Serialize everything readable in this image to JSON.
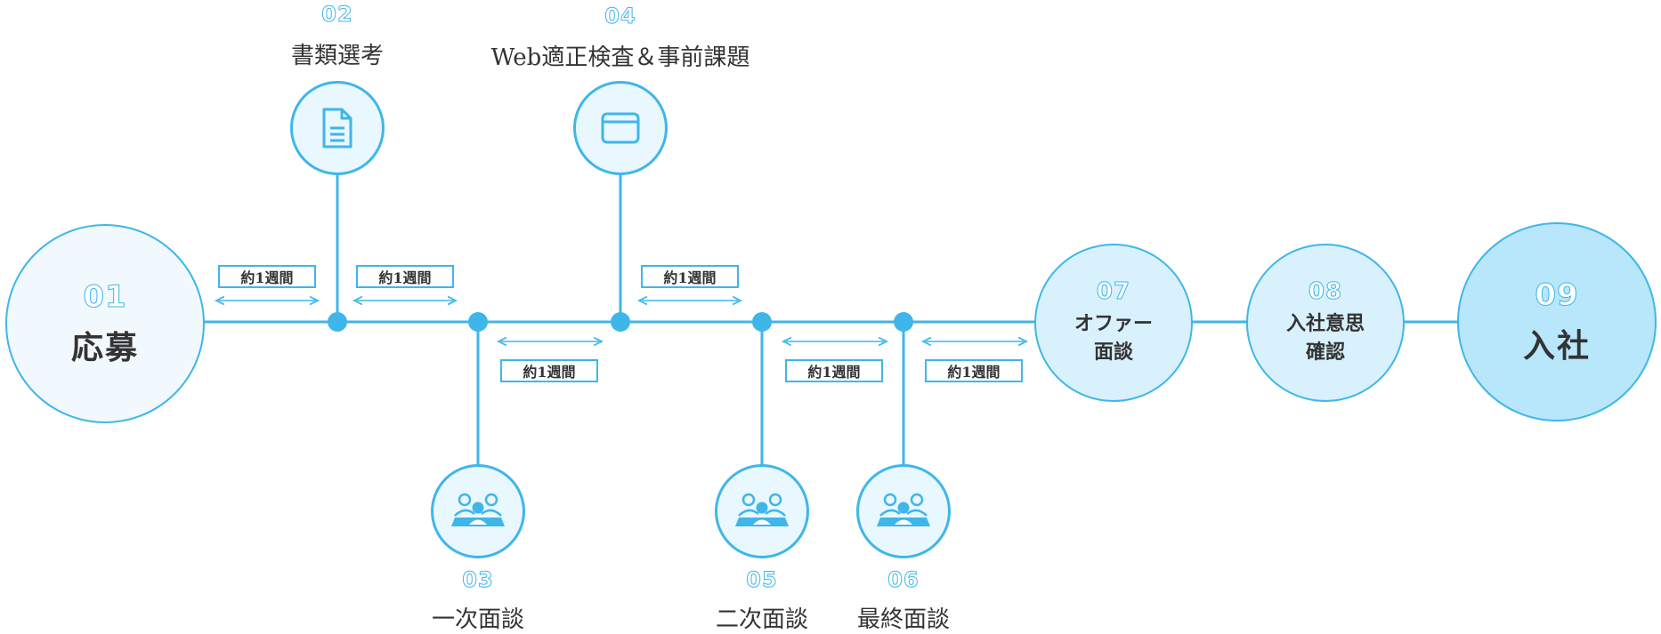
{
  "steps": [
    {
      "num": "01",
      "title": "応募"
    },
    {
      "num": "02",
      "title": "書類選考",
      "icon": "document-icon"
    },
    {
      "num": "03",
      "title": "一次面談",
      "icon": "meeting-icon"
    },
    {
      "num": "04",
      "title": "Web適正検査＆事前課題",
      "icon": "browser-window-icon"
    },
    {
      "num": "05",
      "title": "二次面談",
      "icon": "meeting-icon"
    },
    {
      "num": "06",
      "title": "最終面談",
      "icon": "meeting-icon"
    },
    {
      "num": "07",
      "title_line1": "オファー",
      "title_line2": "面談"
    },
    {
      "num": "08",
      "title_line1": "入社意思",
      "title_line2": "確認"
    },
    {
      "num": "09",
      "title": "入社"
    }
  ],
  "durations": [
    "約1週間",
    "約1週間",
    "約1週間",
    "約1週間",
    "約1週間",
    "約1週間"
  ],
  "colors": {
    "line": "#3fb6ea",
    "accent": "#5cc6f2",
    "text": "#333333"
  }
}
